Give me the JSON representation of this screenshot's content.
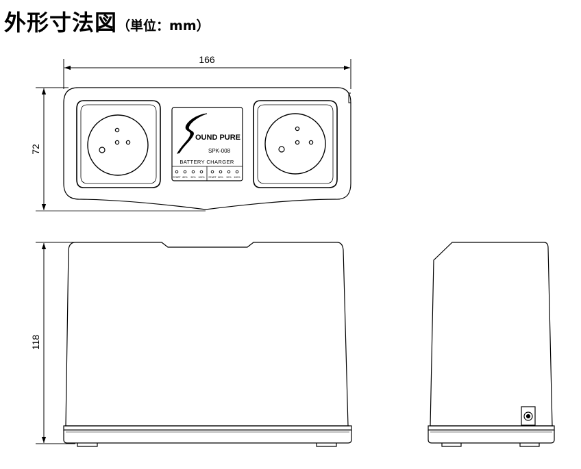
{
  "title": {
    "main": "外形寸法図",
    "unit": "（単位：mm）"
  },
  "dimensions": {
    "width": "166",
    "depth": "72",
    "height": "118"
  },
  "label": {
    "brand": "OUND PURE",
    "model": "SPK-008",
    "product": "BATTERY CHARGER",
    "led_left": [
      "START",
      "80%",
      "90%",
      "100%"
    ],
    "led_right": [
      "START",
      "80%",
      "90%",
      "100%"
    ]
  },
  "colors": {
    "line": "#000000",
    "fill": "#ffffff"
  }
}
